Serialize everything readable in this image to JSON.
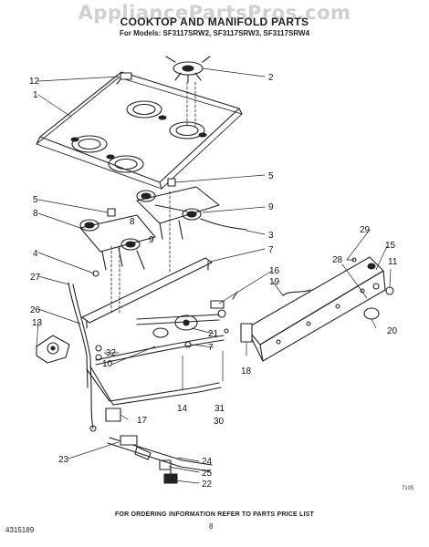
{
  "watermark": "AppliancePartsPros.com",
  "title": "COOKTOP AND MANIFOLD PARTS",
  "models": "For Models: SF3117SRW2, SF3117SRW3, SF3117SRW4",
  "callouts": [
    "1",
    "2",
    "3",
    "4",
    "5",
    "5",
    "7",
    "8",
    "8",
    "9",
    "9",
    "10",
    "11",
    "12",
    "13",
    "14",
    "15",
    "16",
    "17",
    "18",
    "19",
    "20",
    "21",
    "22",
    "23",
    "24",
    "25",
    "26",
    "27",
    "28",
    "29",
    "30",
    "31",
    "32"
  ],
  "footer_note": "FOR ORDERING INFORMATION REFER TO PARTS PRICE LIST",
  "doc_number": "4315189",
  "page_number": "8",
  "code": "7105"
}
